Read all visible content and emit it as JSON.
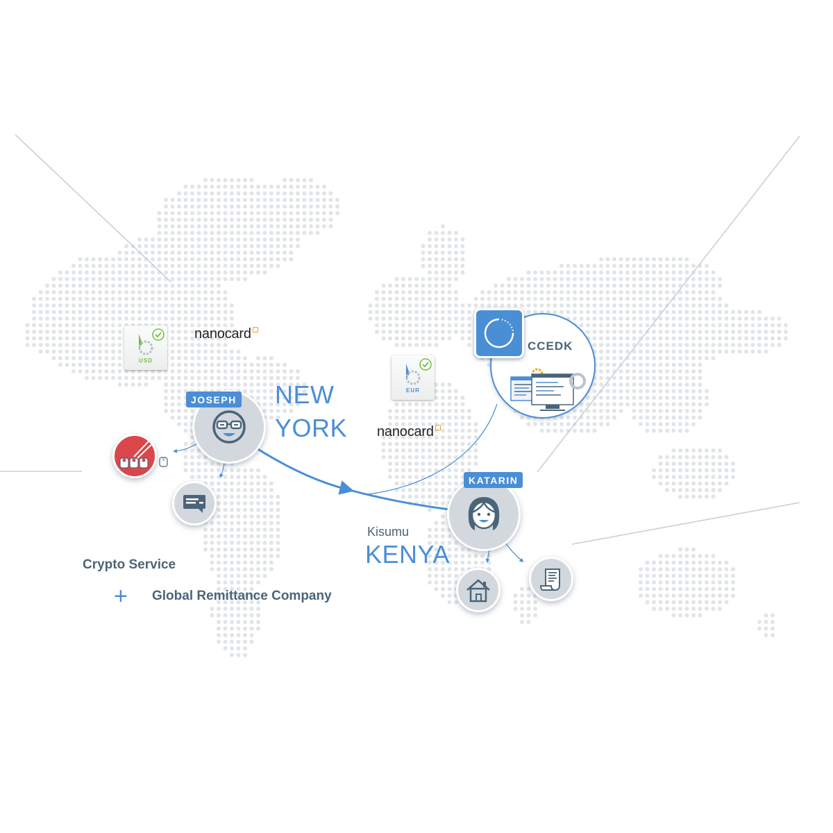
{
  "people": {
    "sender": {
      "name": "JOSEPH",
      "city_line1": "NEW",
      "city_line2": "YORK"
    },
    "recipient": {
      "name": "KATARIN",
      "city_small": "Kisumu",
      "city_large": "KENYA"
    }
  },
  "services": {
    "sender_card": {
      "brand": "nanocard",
      "currency": "USD"
    },
    "recipient_card": {
      "brand": "nanocard",
      "currency": "EUR"
    },
    "exchange": {
      "name": "CCEDK"
    }
  },
  "legend": {
    "line1": "Crypto Service",
    "plus": "+",
    "line2": "Global Remittance Company"
  },
  "icons": {
    "sender_avatar": "smiling-face-with-glasses-icon",
    "recipient_avatar": "smiling-girl-face-icon",
    "sushi": "sushi-with-chopsticks-icon",
    "sms": "message-bubble-icon",
    "house": "house-icon",
    "receipt": "scroll-receipt-icon",
    "exchange_logo": "dotted-circle-logo-icon",
    "exchange_screen": "computer-screens-icon",
    "coin": "bitshares-b-logo-icon",
    "check": "check-circle-icon"
  },
  "colors": {
    "accent": "#4a8ed6",
    "text_dark": "#4b6478",
    "map_dots": "#e1e5e8",
    "node_fill": "#d2d8de",
    "sushi_red": "#d9474b",
    "usd_green": "#6cbf3a",
    "card_orange": "#f0a11e"
  }
}
